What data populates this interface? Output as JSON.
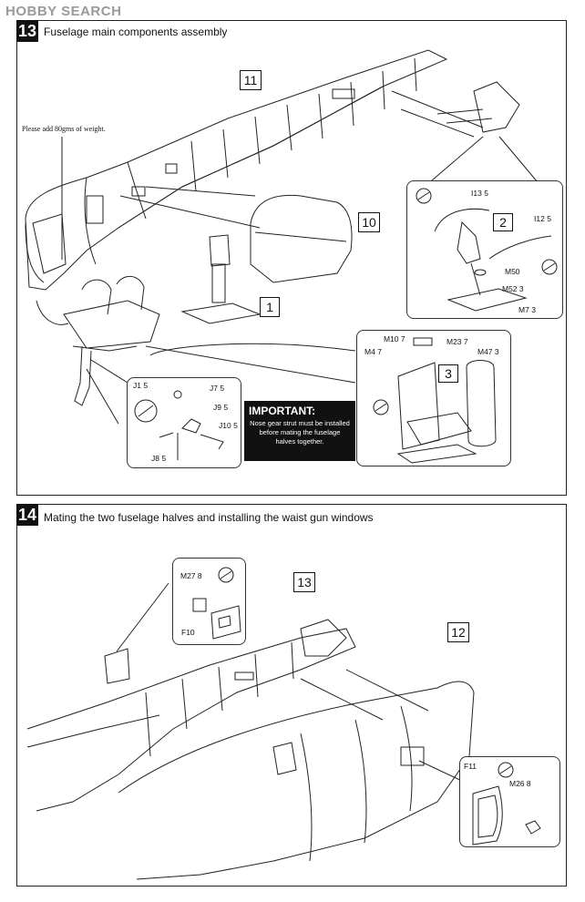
{
  "watermark": "HOBBY SEARCH",
  "step13": {
    "number": "13",
    "title": "Fuselage main components assembly",
    "weight_note": "Please add 80gms of weight.",
    "callouts": {
      "c11": "11",
      "c10": "10",
      "c1": "1",
      "c2": "2",
      "c3": "3"
    },
    "parts_sub2": {
      "i13": "I13",
      "i13n": "5",
      "i12": "I12",
      "i12n": "5",
      "m50": "M50",
      "m52": "M52",
      "m52n": "3",
      "m7": "M7",
      "m7n": "3"
    },
    "parts_sub3": {
      "m10": "M10",
      "m10n": "7",
      "m23": "M23",
      "m23n": "7",
      "m4": "M4",
      "m4n": "7",
      "m47": "M47",
      "m47n": "3"
    },
    "parts_subj": {
      "j1": "J1",
      "j1n": "5",
      "j7": "J7",
      "j7n": "5",
      "j9": "J9",
      "j9n": "5",
      "j10": "J10",
      "j10n": "5",
      "j8": "J8",
      "j8n": "5"
    },
    "important_title": "IMPORTANT:",
    "important_text": "Nose gear strut must be installed before mating the fuselage halves together."
  },
  "step14": {
    "number": "14",
    "title": "Mating the two fuselage halves and installing the waist gun windows",
    "callouts": {
      "c13": "13",
      "c12": "12"
    },
    "parts_left": {
      "m27": "M27",
      "m27n": "8",
      "f10": "F10"
    },
    "parts_right": {
      "f11": "F11",
      "m26": "M26",
      "m26n": "8"
    }
  }
}
